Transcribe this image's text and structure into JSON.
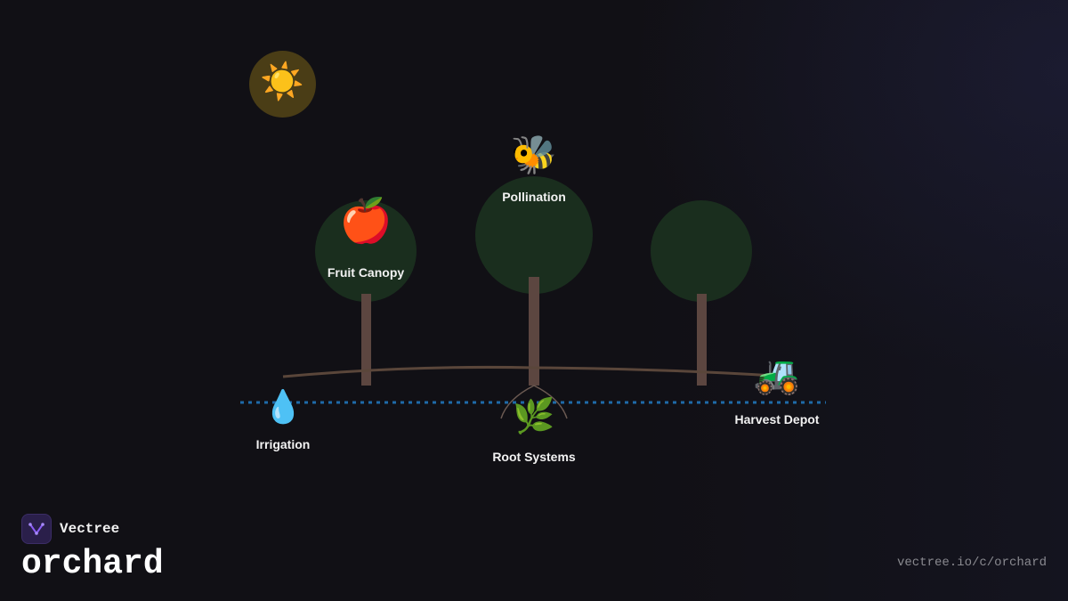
{
  "brand": {
    "name": "Vectree",
    "logo_icon": "vectree-logo-icon",
    "accent": "#8b5cf6"
  },
  "project": {
    "title": "orchard",
    "url": "vectree.io/c/orchard"
  },
  "diagram": {
    "sun": {
      "icon": "☀️",
      "icon_name": "sun-icon",
      "color": "#4a3d16"
    },
    "nodes": {
      "fruit_canopy": {
        "label": "Fruit Canopy",
        "icon": "🍎",
        "icon_name": "apple-icon"
      },
      "pollination": {
        "label": "Pollination",
        "icon": "🐝",
        "icon_name": "bee-icon"
      },
      "irrigation": {
        "label": "Irrigation",
        "icon": "💧",
        "icon_name": "water-drop-icon"
      },
      "root_systems": {
        "label": "Root Systems",
        "icon": "🌿",
        "icon_name": "herb-icon"
      },
      "harvest_depot": {
        "label": "Harvest Depot",
        "icon": "🚜",
        "icon_name": "tractor-icon"
      }
    },
    "colors": {
      "canopy": "#1a2e1e",
      "trunk": "#5c4640",
      "ground": "#5a463a",
      "water_line": "#1e6aa8"
    }
  }
}
